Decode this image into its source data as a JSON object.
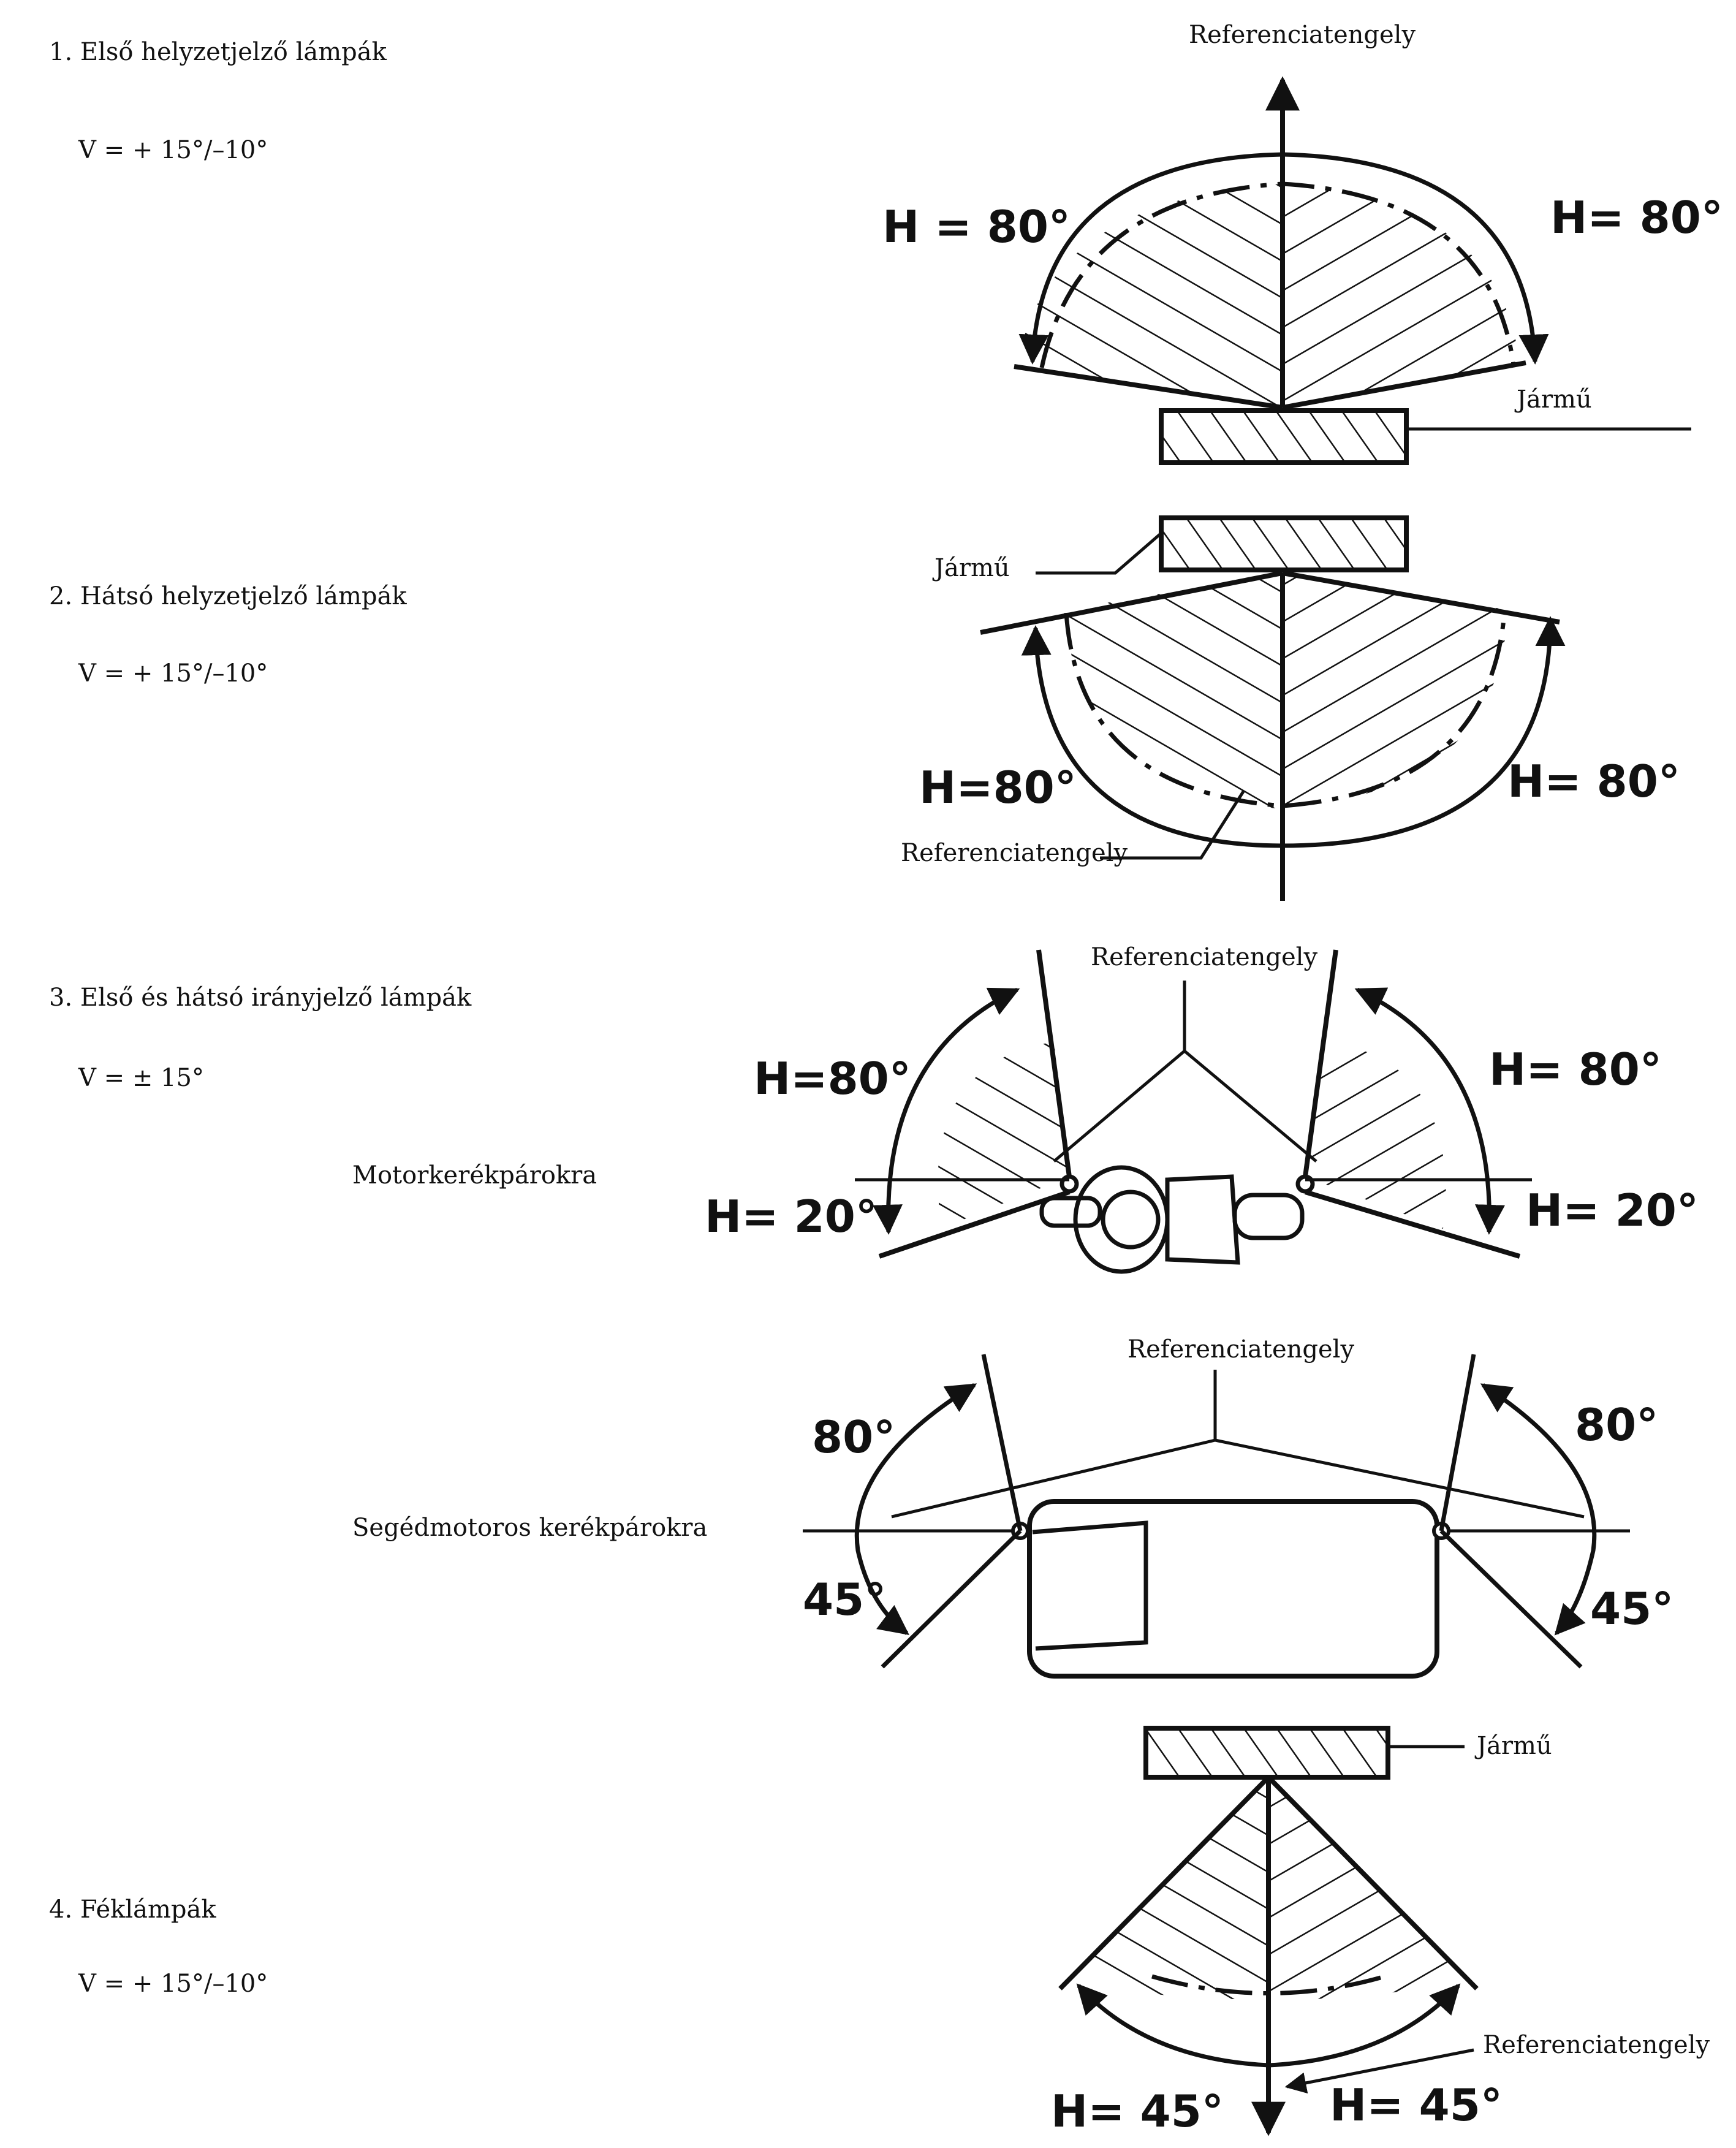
{
  "colors": {
    "ink": "#111111",
    "paper": "#ffffff"
  },
  "sections": [
    {
      "heading": "1.  Első helyzetjelző lámpák",
      "formula": "V = + 15°/–10°"
    },
    {
      "heading": "2.  Hátsó helyzetjelző lámpák",
      "formula": "V = + 15°/–10°"
    },
    {
      "heading": "3.  Első és hátsó irányjelző lámpák",
      "formula": "V = ± 15°",
      "sub1": "Motorkerékpárokra",
      "sub2": "Segédmotoros kerékpárokra"
    },
    {
      "heading": "4.  Féklámpák",
      "formula": "V = + 15°/–10°"
    }
  ],
  "diagrams": {
    "d1": {
      "axis": "Referenciatengely",
      "vehicle": "Jármű",
      "h_left": "H = 80°",
      "h_right": "H= 80°"
    },
    "d2": {
      "axis": "Referenciatengely",
      "vehicle": "Jármű",
      "h_left": "H=80°",
      "h_right": "H= 80°"
    },
    "d3": {
      "axis": "Referenciatengely",
      "h_left_top": "H=80°",
      "h_right_top": "H= 80°",
      "h_left_bottom": "H= 20°",
      "h_right_bottom": "H= 20°"
    },
    "d4": {
      "axis": "Referenciatengely",
      "left_top": "80°",
      "right_top": "80°",
      "left_bottom": "45°",
      "right_bottom": "45°"
    },
    "d5": {
      "axis": "Referenciatengely",
      "vehicle": "Jármű",
      "h_left": "H= 45°",
      "h_right": "H= 45°"
    }
  }
}
